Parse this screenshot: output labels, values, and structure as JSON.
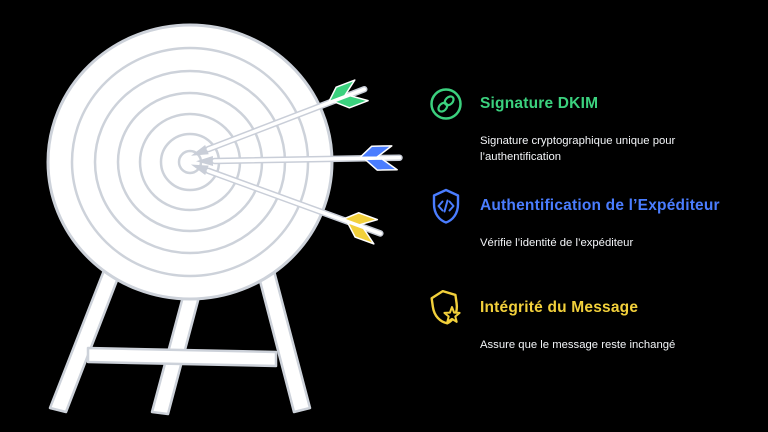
{
  "canvas": {
    "background": "#000000"
  },
  "illustration": {
    "name": "archery-target-with-three-arrows",
    "outline_color": "#CDD2DA",
    "face_color": "#FFFFFF",
    "arrow_colors": [
      "#3BD17E",
      "#4A7DFF",
      "#F2D03B"
    ]
  },
  "features": [
    {
      "icon": "link-circle-icon",
      "color": "#3BD17E",
      "title": "Signature DKIM",
      "description": "Signature cryptographique unique pour l’authentification"
    },
    {
      "icon": "shield-code-icon",
      "color": "#4A7DFF",
      "title": "Authentification de l’Expéditeur",
      "description": "Vérifie l’identité de l’expéditeur"
    },
    {
      "icon": "shield-burst-icon",
      "color": "#F2D03B",
      "title": "Intégrité du Message",
      "description": "Assure que le message reste inchangé"
    }
  ]
}
